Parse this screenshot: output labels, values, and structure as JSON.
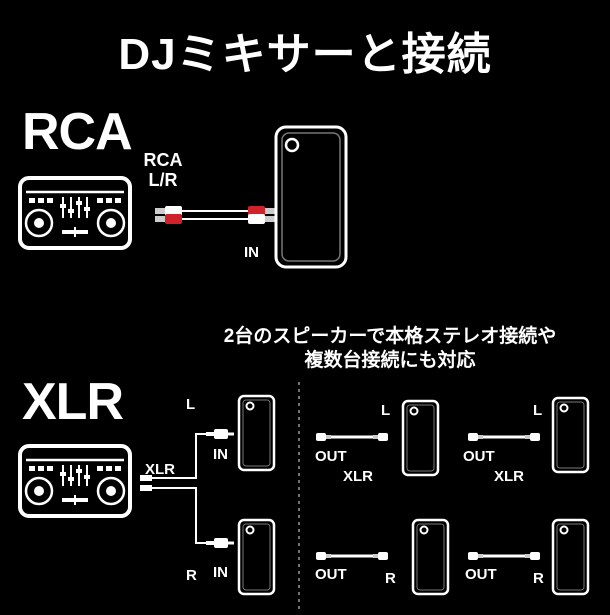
{
  "title": "DJミキサーと接続",
  "rca": {
    "heading": "RCA",
    "cable_label_line1": "RCA",
    "cable_label_line2": "L/R",
    "speaker_input": "IN"
  },
  "xlr": {
    "heading": "XLR",
    "caption_line1": "2台のスピーカーで本格ステレオ接続や",
    "caption_line2": "複数台接続にも対応",
    "mixer_out_label": "XLR",
    "left_channel": "L",
    "right_channel": "R",
    "input_label": "IN",
    "output_label": "OUT",
    "cable_label": "XLR"
  },
  "icons": [
    "dj-controller-icon",
    "speaker-icon",
    "rca-plug-icon",
    "xlr-plug-icon"
  ],
  "colors": {
    "background": "#000000",
    "foreground": "#ffffff",
    "rca_left_plug": "#ffffff",
    "rca_right_plug": "#d0222a"
  }
}
